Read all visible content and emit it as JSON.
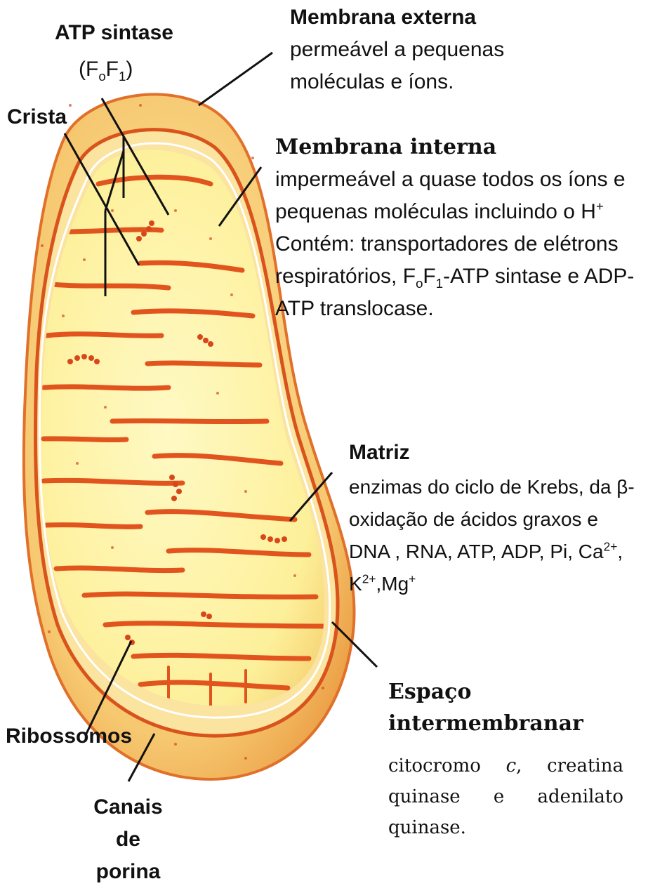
{
  "labels": {
    "atp_sintase": {
      "title": "ATP sintase",
      "sub_open": "(F",
      "sub_o": "o",
      "sub_f": "F",
      "sub_1": "1",
      "sub_close": ")"
    },
    "crista": "Crista",
    "membrana_externa": {
      "title": "Membrana  externa",
      "line1": "permeável a pequenas",
      "line2": "moléculas e íons."
    },
    "membrana_interna": {
      "title": "Membrana  interna",
      "line1": "impermeável a quase todos os íons e",
      "line2": "pequenas moléculas  incluindo o H",
      "line2_sup": "+",
      "line3": "Contém: transportadores de elétrons",
      "line4_a": "respiratórios, F",
      "line4_o": "o",
      "line4_f": "F",
      "line4_1": "1",
      "line4_b": "-ATP sintase e ADP-",
      "line5": "ATP translocase."
    },
    "matriz": {
      "title": "Matriz",
      "line1": "enzimas do ciclo de Krebs, da β-",
      "line2": "oxidação de ácidos graxos e",
      "line3": "DNA , RNA,  ATP, ADP, Pi, Ca",
      "line3_sup": "2+",
      "line3_end": ",",
      "line4_k": "K",
      "line4_ksup": "2+",
      "line4_mg": ",Mg",
      "line4_mgsup": "+"
    },
    "espaco": {
      "title1": "Espaço",
      "title2": "intermembranar",
      "line1_a": "citocromo",
      "line1_c": "c",
      "line1_comma": ",",
      "line1_b": "creatina",
      "line2_a": "quinase",
      "line2_b": "e",
      "line2_c": "adenilato",
      "line3": "quinase."
    },
    "ribossomos": "Ribossomos",
    "canais": {
      "line1": "Canais",
      "line2": "de",
      "line3": "porina"
    }
  },
  "colors": {
    "outer_fill": "#f3c46a",
    "intermembrane": "#fbe7a6",
    "matrix": "#fff3a8",
    "crista": "#e2541e",
    "border": "#d9531c",
    "pointer": "#111111"
  }
}
